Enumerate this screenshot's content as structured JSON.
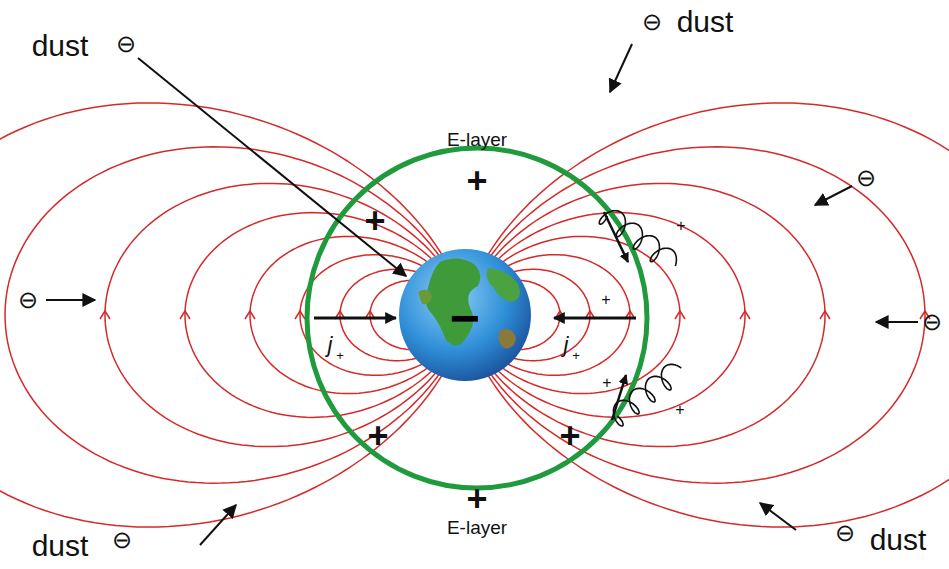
{
  "diagram": {
    "labels": [
      "dust",
      "⊖",
      "⊖",
      "dust",
      "⊖",
      "⊖",
      "⊖",
      "E-layer",
      "+",
      "+",
      "−",
      "j",
      "+",
      "j",
      "+",
      "+",
      "+",
      "+",
      "+",
      "+",
      "+",
      "E-layer",
      "+",
      "dust",
      "⊖",
      "⊖",
      "dust"
    ]
  }
}
